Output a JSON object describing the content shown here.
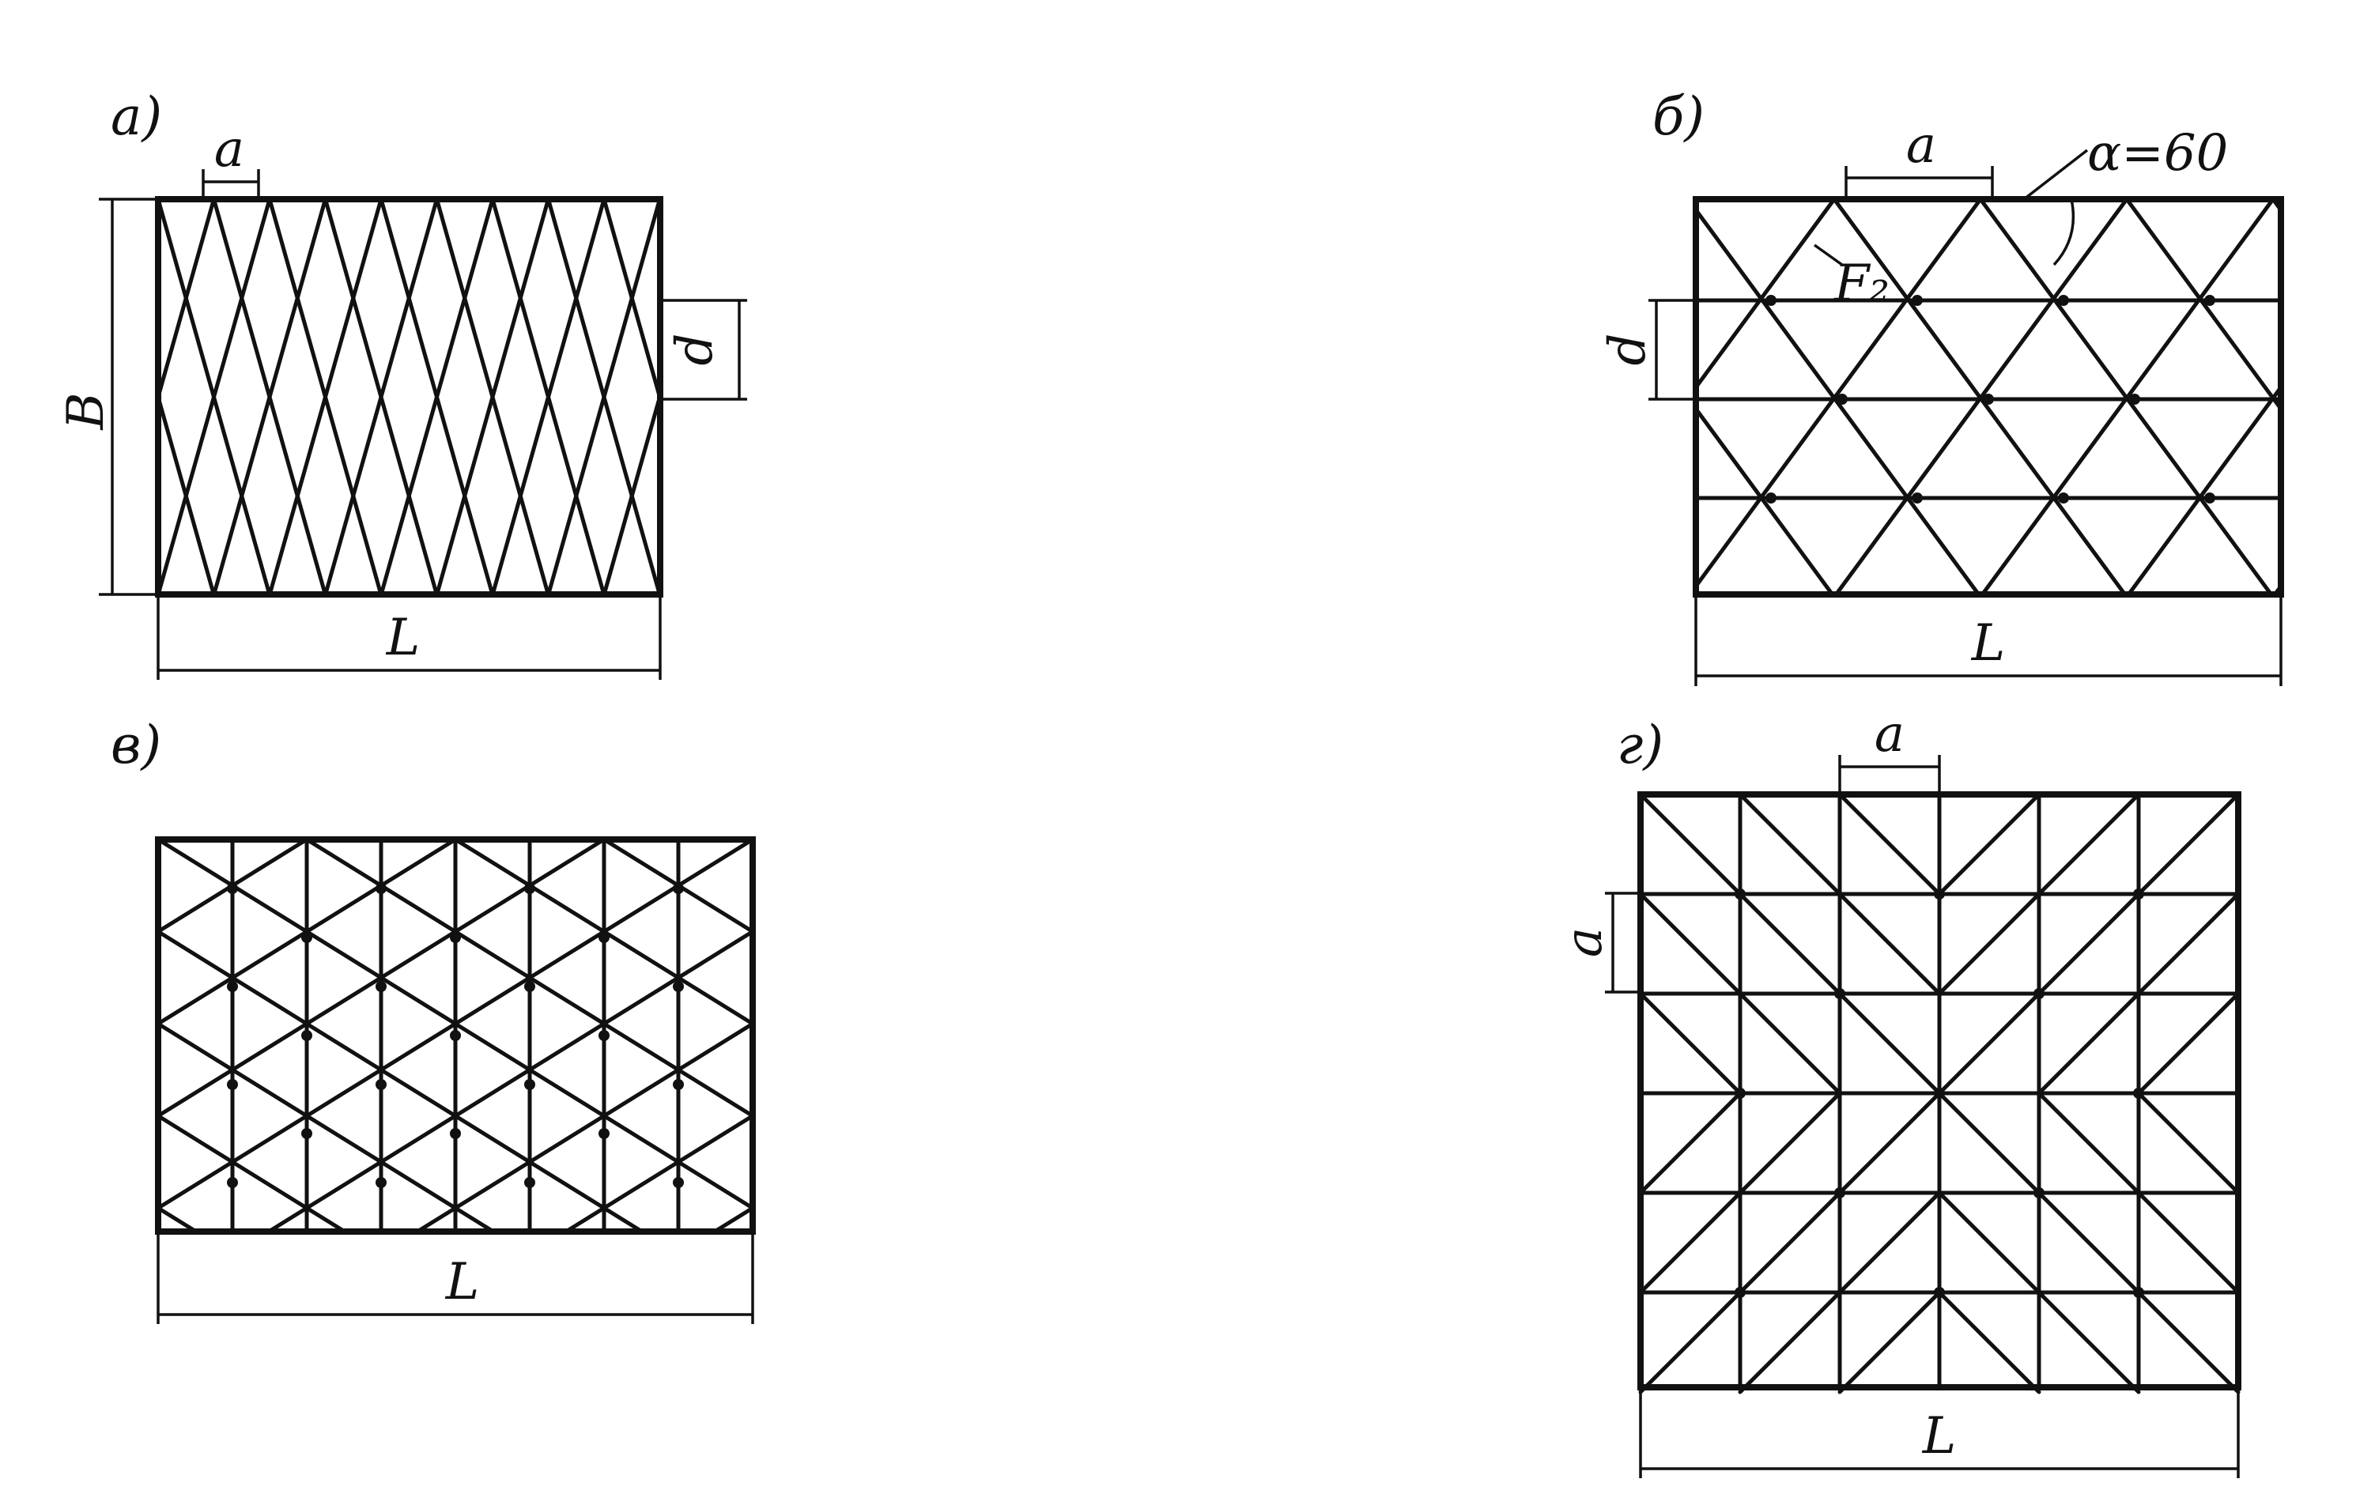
{
  "panels": {
    "a": {
      "title": "a)",
      "dim_a": "a",
      "dim_d": "d",
      "dim_B": "B",
      "dim_L": "L"
    },
    "b": {
      "title": "б)",
      "dim_a": "a",
      "dim_d": "d",
      "dim_L": "L",
      "angle": "α=60",
      "force": "F₂"
    },
    "v": {
      "title": "в)",
      "dim_L": "L"
    },
    "g": {
      "title": "г)",
      "dim_a_top": "a",
      "dim_a_side": "a",
      "dim_L": "L"
    }
  }
}
